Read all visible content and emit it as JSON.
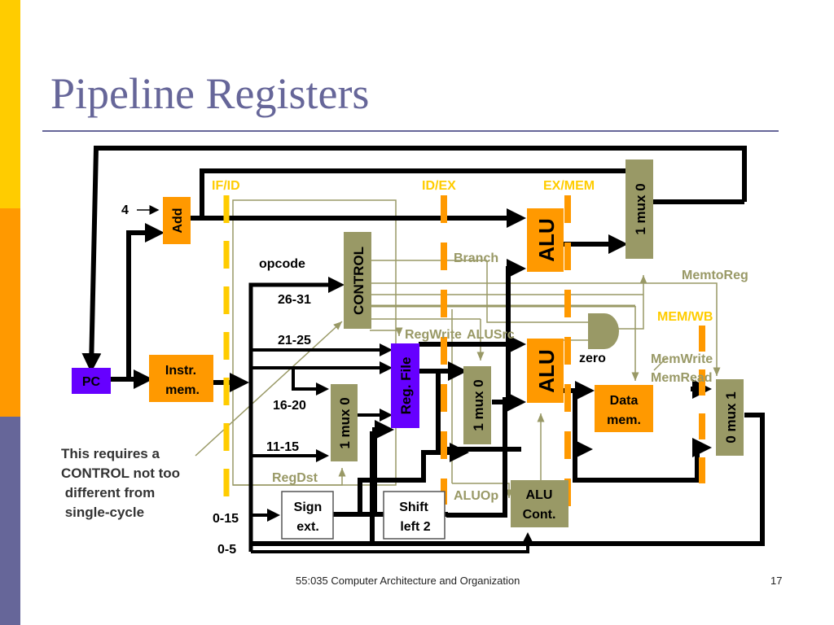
{
  "slide": {
    "title": "Pipeline Registers",
    "footer_course": "55:035 Computer Architecture and Organization",
    "page_number": "17",
    "note": "This requires a\nCONTROL not too\n different from\n single-cycle"
  },
  "colors": {
    "stripe_top": "#ffcc00",
    "stripe_mid": "#ff9900",
    "stripe_bottom": "#666699",
    "title": "#666699",
    "orange_block": "#ff9900",
    "pc_block": "#6600ff",
    "olive_block": "#999966",
    "control_signal": "#999966",
    "pipeline_register_label": "#ffcc00",
    "wire": "#000000"
  },
  "pipeline_registers": [
    {
      "label": "IF/ID"
    },
    {
      "label": "ID/EX"
    },
    {
      "label": "EX/MEM"
    },
    {
      "label": "MEM/WB"
    }
  ],
  "blocks": {
    "pc": "PC",
    "add": "Add",
    "instr_mem_line1": "Instr.",
    "instr_mem_line2": "mem.",
    "control": "CONTROL",
    "reg_file": "Reg. File",
    "mux_regdst": "1 mux 0",
    "mux_alusrc": "1 mux 0",
    "mux_branch": "1 mux 0",
    "mux_memtoreg": "0 mux 1",
    "alu_branch": "ALU",
    "alu_main": "ALU",
    "data_mem_line1": "Data",
    "data_mem_line2": "mem.",
    "sign_ext_line1": "Sign",
    "sign_ext_line2": "ext.",
    "shift_line1": "Shift",
    "shift_line2": "left 2",
    "alu_cont_line1": "ALU",
    "alu_cont_line2": "Cont."
  },
  "wire_labels": {
    "four": "4",
    "opcode": "opcode",
    "bits_26_31": "26-31",
    "bits_21_25": "21-25",
    "bits_16_20": "16-20",
    "bits_11_15": "11-15",
    "bits_0_15": "0-15",
    "bits_0_5": "0-5",
    "zero": "zero"
  },
  "control_signals": {
    "branch": "Branch",
    "memtoreg": "MemtoReg",
    "regwrite": "RegWrite",
    "alusrc": "ALUSrc",
    "memwrite": "MemWrite",
    "memread": "MemRead",
    "regdst": "RegDst",
    "aluop": "ALUOp"
  }
}
